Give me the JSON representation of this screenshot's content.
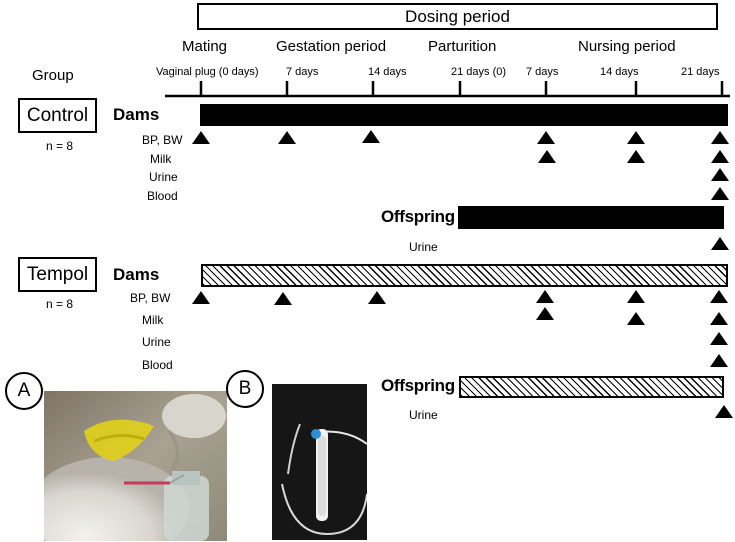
{
  "header": {
    "dosing_period": "Dosing period",
    "group_label": "Group",
    "phases": [
      "Mating",
      "Gestation period",
      "Parturition",
      "Nursing period"
    ],
    "ticks": [
      "Vaginal plug (0 days)",
      "7 days",
      "14 days",
      "21 days (0)",
      "7 days",
      "14 days",
      "21 days"
    ]
  },
  "control": {
    "group": "Control",
    "n": "n = 8",
    "dams": "Dams",
    "measures": [
      "BP, BW",
      "Milk",
      "Urine",
      "Blood"
    ],
    "offspring": "Offspring",
    "offspring_measure": "Urine"
  },
  "tempol": {
    "group": "Tempol",
    "n": "n = 8",
    "dams": "Dams",
    "measures": [
      "BP, BW",
      "Milk",
      "Urine",
      "Blood"
    ],
    "offspring": "Offspring",
    "offspring_measure": "Urine"
  },
  "photos": {
    "a_label": "A",
    "b_label": "B"
  }
}
